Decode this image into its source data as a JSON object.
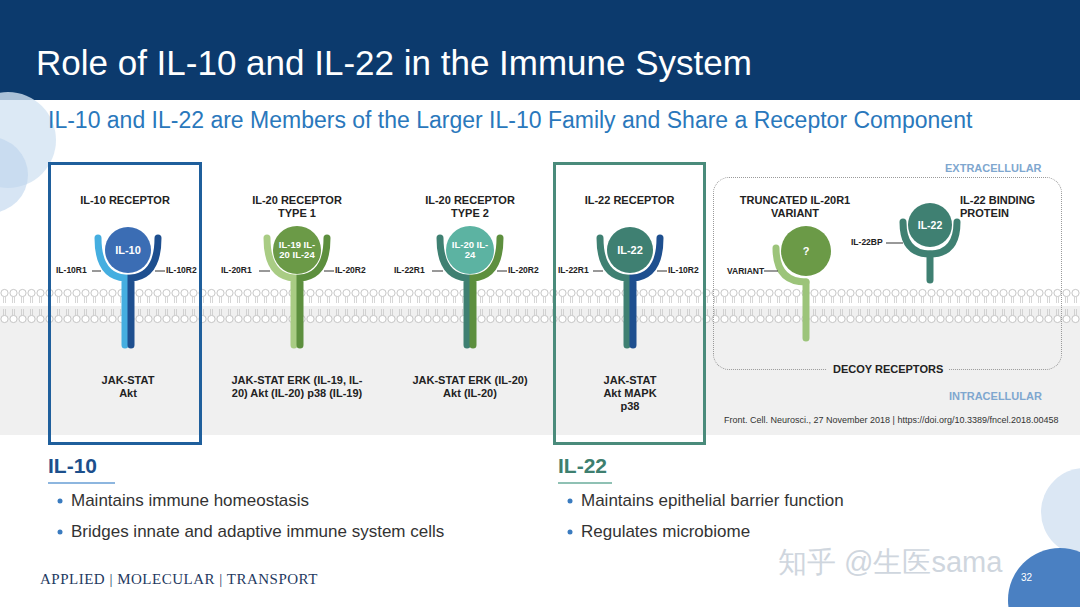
{
  "diagram": {
    "title": "Role of IL-10 and IL-22 in the Immune System",
    "nodes": [
      {
        "text": [
          "IL-10 RECEPTOR",
          "IL-10R1",
          "IL-10R2",
          "JAK-STAT Akt"
        ]
      },
      {
        "text": [
          "IL-10"
        ],
        "in": 0
      },
      {
        "text": [
          "IL-19 IL-20 IL-24"
        ]
      },
      {
        "text": [
          "IL-20 IL-24"
        ]
      },
      {
        "text": [
          "IL-22 RECEPTOR",
          "IL-22R1",
          "IL-10R2",
          "JAK-STAT Akt MAPK p38"
        ]
      },
      {
        "text": [
          "IL-22"
        ],
        "in": 4
      },
      {
        "text": [
          "TRUNCATED IL-20R1 VARIANT",
          "IL-22 BINDING PROTEIN",
          "DECOY RECEPTORS",
          "VARIANT",
          "IL-22BP"
        ]
      },
      {
        "text": [
          "?"
        ],
        "in": 6
      },
      {
        "text": [
          "IL-22"
        ],
        "in": 6
      }
    ],
    "labels": [
      "IL-10 and IL-22 are Members of the Larger IL-10 Family and Share a Receptor Component",
      "IL-20 RECEPTOR TYPE 1",
      "IL-20R1",
      "IL-20R2",
      "JAK-STAT ERK (IL-19, IL-20) Akt (IL-20) p38 (IL-19)",
      "IL-20 RECEPTOR TYPE 2",
      "IL-22R1",
      "IL-20R2",
      "JAK-STAT ERK (IL-20) Akt (IL-20)",
      "EXTRACELLULAR",
      "INTRACELLULAR",
      "Front. Cell. Neurosci., 27 November 2018 | https://doi.org/10.3389/fncel.2018.00458",
      "IL-10",
      "Maintains immune homeostasis",
      "Bridges innate and adaptive immune system cells",
      "IL-22",
      "Maintains epithelial barrier function",
      "Regulates microbiome",
      "APPLIED | MOLECULAR | TRANSPORT",
      "知乎 @生医sama",
      "32"
    ]
  }
}
